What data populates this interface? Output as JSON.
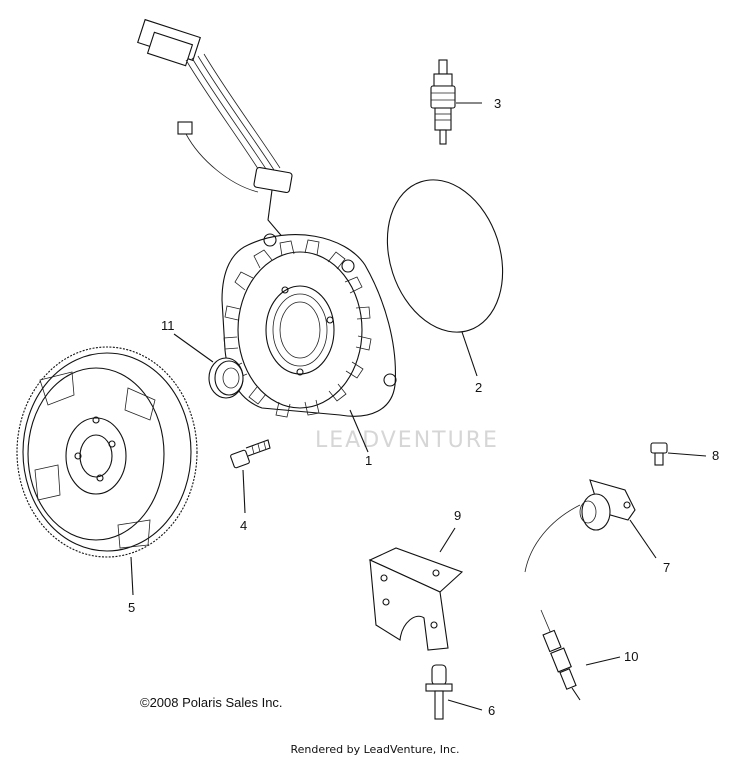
{
  "watermark": "LEADVENTURE",
  "copyright": "©2008 Polaris Sales Inc.",
  "rendered_by": "Rendered by LeadVenture, Inc.",
  "callouts": [
    {
      "id": "1",
      "part": "stator"
    },
    {
      "id": "2",
      "part": "gasket"
    },
    {
      "id": "3",
      "part": "spark-plug"
    },
    {
      "id": "4",
      "part": "bolt"
    },
    {
      "id": "5",
      "part": "flywheel"
    },
    {
      "id": "6",
      "part": "rivet"
    },
    {
      "id": "7",
      "part": "sensor"
    },
    {
      "id": "8",
      "part": "screw"
    },
    {
      "id": "9",
      "part": "bracket"
    },
    {
      "id": "10",
      "part": "temperature-sensor"
    },
    {
      "id": "11",
      "part": "seal"
    }
  ]
}
